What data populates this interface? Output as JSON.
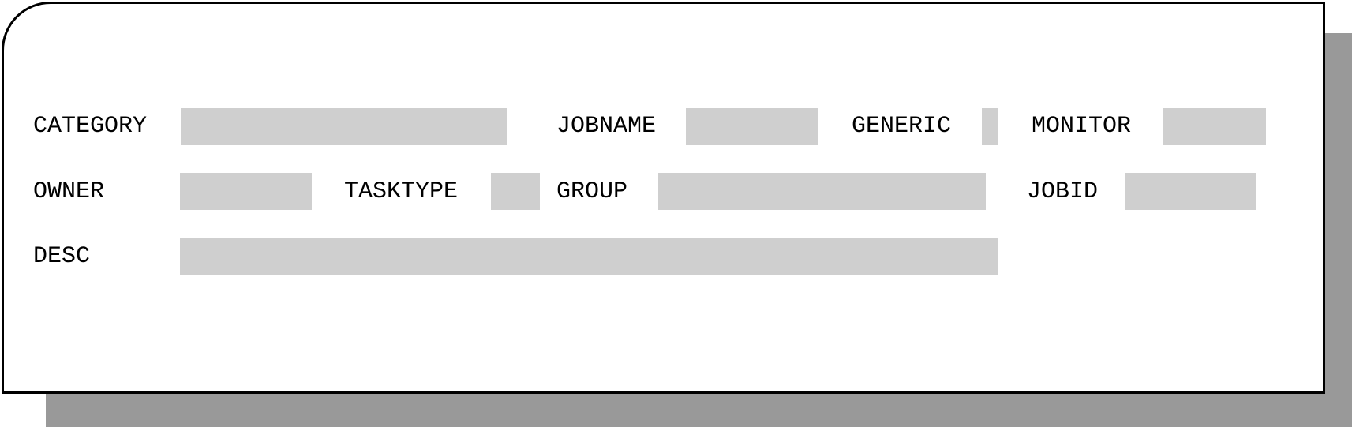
{
  "form": {
    "labels": {
      "category": "CATEGORY",
      "jobname": "JOBNAME",
      "generic": "GENERIC",
      "monitor": "MONITOR",
      "owner": "OWNER",
      "tasktype": "TASKTYPE",
      "group": "GROUP",
      "jobid": "JOBID",
      "desc": "DESC"
    },
    "values": {
      "category": "",
      "jobname": "",
      "generic": "",
      "monitor": "",
      "owner": "",
      "tasktype": "",
      "group": "",
      "jobid": "",
      "desc": ""
    }
  },
  "colors": {
    "field_background": "#cfcfcf",
    "shadow": "#999999",
    "border": "#000000"
  }
}
